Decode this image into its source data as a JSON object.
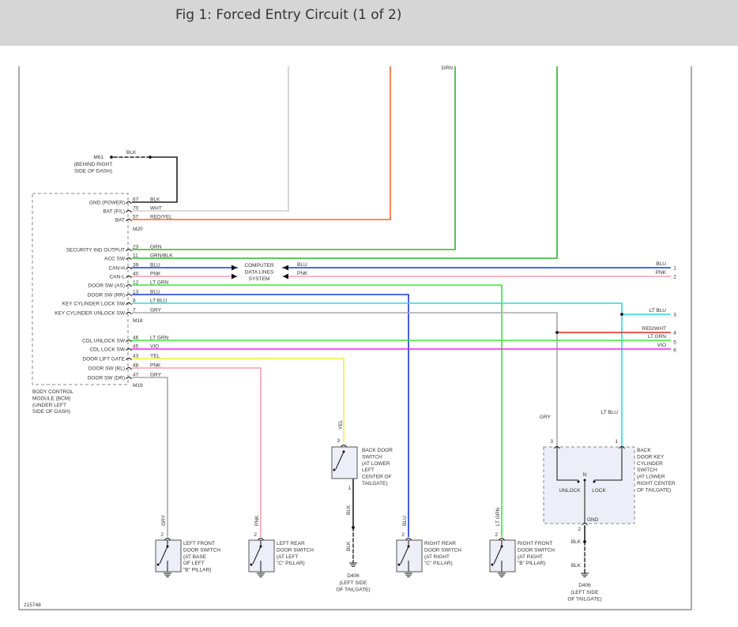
{
  "header": {
    "title": "Fig 1: Forced Entry Circuit (1 of 2)"
  },
  "colors": {
    "GRN": "#2db52d",
    "ORANGE": "#f06a2e",
    "WHT": "#cfcfcf",
    "BLK": "#222222",
    "BLU": "#1a35d8",
    "PNK": "#f2a0b0",
    "LT GRN": "#35e835",
    "LT BLU": "#28dcdc",
    "GRY": "#a8a8a8",
    "RED": "#e02424",
    "VIO": "#f020f0",
    "YEL": "#f2f23a",
    "box_border": "#888888",
    "switch_fill": "#eeeef8"
  },
  "ground_m61": {
    "id": "M61",
    "note": [
      "(BEHIND RIGHT",
      "SIDE OF DASH)"
    ],
    "wire": "BLK"
  },
  "top": {
    "grn_label": "GRN"
  },
  "bcm": {
    "caption": [
      "BODY CONTROL",
      "MODULE (BCM)",
      "(UNDER LEFT",
      "SIDE OF DASH)"
    ],
    "pins": [
      {
        "name": "GND (POWER)",
        "pin": "67",
        "wire": "BLK"
      },
      {
        "name": "BAT (F/L)",
        "pin": "70",
        "wire": "WHT"
      },
      {
        "name": "BAT",
        "pin": "57",
        "wire": "RED/YEL"
      },
      {
        "name": "SECURITY IND OUTPUT",
        "pin": "23",
        "wire": "GRN"
      },
      {
        "name": "ACC SW",
        "pin": "11",
        "wire": "GRN/BLK"
      },
      {
        "name": "CAN-H",
        "pin": "39",
        "wire": "BLU"
      },
      {
        "name": "CAN-L",
        "pin": "40",
        "wire": "PNK"
      },
      {
        "name": "DOOR SW (AS)",
        "pin": "12",
        "wire": "LT GRN"
      },
      {
        "name": "DOOR SW (RR)",
        "pin": "13",
        "wire": "BLU"
      },
      {
        "name": "KEY CYLINDER LOCK SW",
        "pin": "8",
        "wire": "LT BLU"
      },
      {
        "name": "KEY CYLINDER UNLOCK SW",
        "pin": "7",
        "wire": "GRY"
      },
      {
        "name": "CDL UNLOCK SW",
        "pin": "46",
        "wire": "LT GRN"
      },
      {
        "name": "CDL LOCK SW",
        "pin": "45",
        "wire": "VIO"
      },
      {
        "name": "DOOR LIFT GATE",
        "pin": "43",
        "wire": "YEL"
      },
      {
        "name": "DOOR SW (RL)",
        "pin": "48",
        "wire": "PNK"
      },
      {
        "name": "DOOR SW (DR)",
        "pin": "47",
        "wire": "GRY"
      }
    ],
    "connectors": [
      "M20",
      "M18",
      "M19"
    ]
  },
  "data_lines": {
    "label": [
      "COMPUTER",
      "DATA LINES",
      "SYSTEM"
    ],
    "blu": "BLU",
    "pnk": "PNK"
  },
  "right_terminals": [
    {
      "num": "1",
      "wire": "BLU"
    },
    {
      "num": "2",
      "wire": "PNK"
    },
    {
      "num": "3",
      "wire": "LT BLU"
    },
    {
      "num": "4",
      "wire": "RED/WHT"
    },
    {
      "num": "5",
      "wire": "LT GRN"
    },
    {
      "num": "6",
      "wire": "VIO"
    }
  ],
  "switches": {
    "back_door": {
      "label": [
        "BACK DOOR",
        "SWITCH",
        "(AT LOWER",
        "LEFT",
        "CENTER OF",
        "TAILGATE)"
      ],
      "pin_top": "3",
      "pin_bot": "1",
      "wire_top": "YEL",
      "wire_bot": "BLK"
    },
    "left_front": {
      "label": [
        "LEFT FRONT",
        "DOOR SWITCH",
        "(AT BASE",
        "OF LEFT",
        "\"B\" PILLAR)"
      ],
      "pin": "2",
      "wire": "GRY"
    },
    "left_rear": {
      "label": [
        "LEFT REAR",
        "DOOR SWITCH",
        "(AT LEFT",
        "\"C\" PILLAR)"
      ],
      "pin": "2",
      "wire": "PNK"
    },
    "right_rear": {
      "label": [
        "RIGHT REAR",
        "DOOR SWITCH",
        "(AT RIGHT",
        "\"C\" PILLAR)"
      ],
      "pin": "2",
      "wire": "BLU"
    },
    "right_front": {
      "label": [
        "RIGHT FRONT",
        "DOOR SWITCH",
        "(AT RIGHT",
        "\"B\" PILLAR)"
      ],
      "pin": "2",
      "wire": "LT GRN"
    },
    "key_cylinder": {
      "label": [
        "BACK",
        "DOOR KEY",
        "CYLINDER",
        "SWITCH",
        "(AT LOWER",
        "RIGHT CENTER",
        "OF TAILGATE)"
      ],
      "pin3": "3",
      "pin1": "1",
      "pin2": "2",
      "unlock": "UNLOCK",
      "lock": "LOCK",
      "n": "N",
      "gnd": "GND",
      "wire_left": "GRY",
      "wire_right": "LT BLU",
      "wire_gnd": "BLK",
      "wire_gnd2": "BLK"
    }
  },
  "grounds": {
    "d406_left": {
      "id": "D406",
      "note": [
        "(LEFT SIDE",
        "OF TAILGATE)"
      ]
    },
    "d406_right": {
      "id": "D406",
      "note": [
        "(LEFT SIDE",
        "OF TAILGATE)"
      ]
    }
  },
  "figure_id": "215748"
}
